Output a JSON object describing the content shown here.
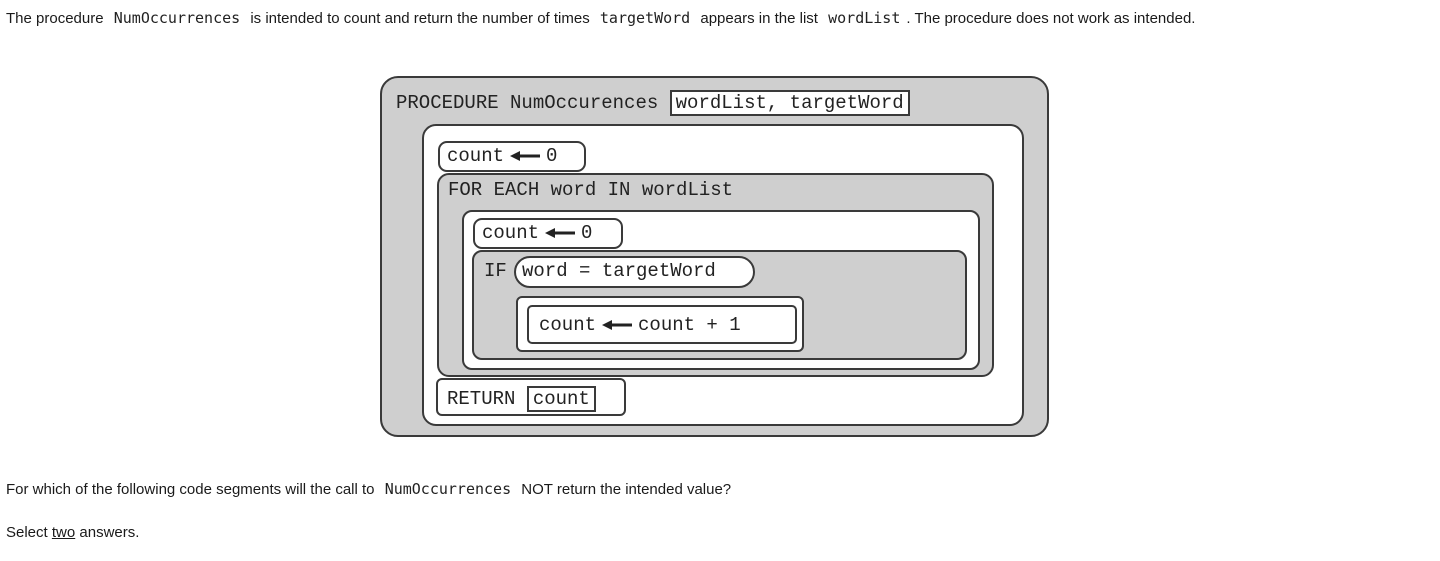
{
  "intro": {
    "part1": "The procedure",
    "proc_name": "NumOccurrences",
    "part2": "is intended to count and return the number of times",
    "target_word": "targetWord",
    "part3": "appears in the list",
    "word_list": "wordList",
    "part4": ". The procedure does not work as intended."
  },
  "diagram": {
    "procedure_keyword": "PROCEDURE NumOccurences",
    "params": "wordList, targetWord",
    "init_count": "count",
    "init_value": "0",
    "for_each": "FOR EACH word IN wordList",
    "inner_count": "count",
    "inner_value": "0",
    "if_keyword": "IF",
    "if_condition": "word = targetWord",
    "increment_left": "count",
    "increment_right": "count + 1",
    "return_keyword": "RETURN",
    "return_value": "count"
  },
  "question": {
    "part1": "For which of the following code segments will the call to",
    "proc_name": "NumOccurrences",
    "part2": "NOT return the intended value?"
  },
  "instruction": {
    "prefix": "Select",
    "emphasis": "two",
    "suffix": "answers."
  }
}
